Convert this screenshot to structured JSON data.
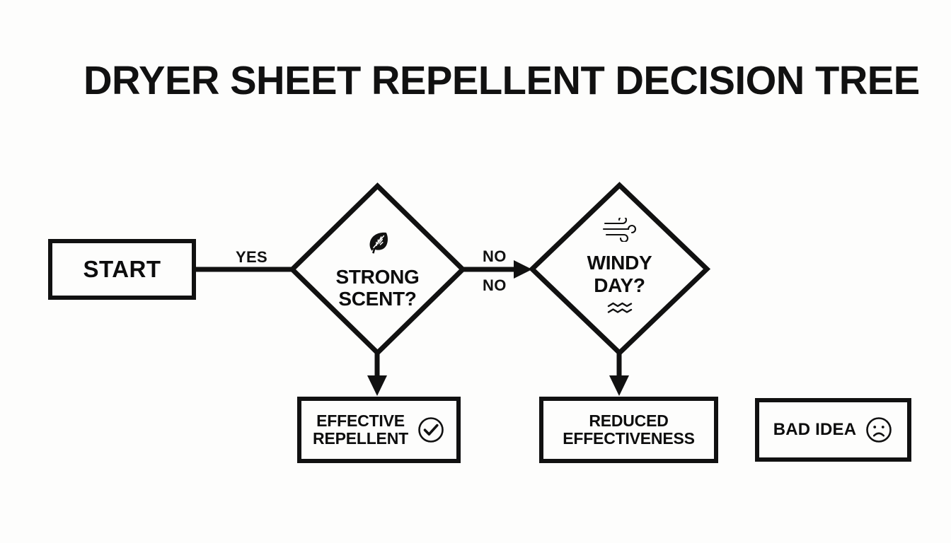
{
  "page": {
    "title": "DRYER SHEET REPELLENT DECISION TREE",
    "background_color": "#fdfdfc",
    "ink_color": "#111111"
  },
  "nodes": {
    "start": {
      "label": "START",
      "shape": "rectangle"
    },
    "strong_scent": {
      "label": "STRONG\nSCENT?",
      "shape": "diamond",
      "icon_above": "leaf-icon"
    },
    "windy_day": {
      "label": "WINDY\nDAY?",
      "shape": "diamond",
      "icon_above": "wind-icon",
      "icon_below": "waves-icon"
    },
    "effective_repellent": {
      "label": "EFFECTIVE\nREPELLENT",
      "shape": "rectangle",
      "icon": "check-circle-icon"
    },
    "reduced_effectiveness": {
      "label": "REDUCED\nEFFECTIVENESS",
      "shape": "rectangle"
    },
    "bad_idea": {
      "label": "BAD IDEA",
      "shape": "rectangle",
      "icon": "frown-circle-icon"
    }
  },
  "edges": {
    "start_to_scent": "YES",
    "scent_to_windy_upper": "NO",
    "scent_to_windy_lower": "NO"
  }
}
